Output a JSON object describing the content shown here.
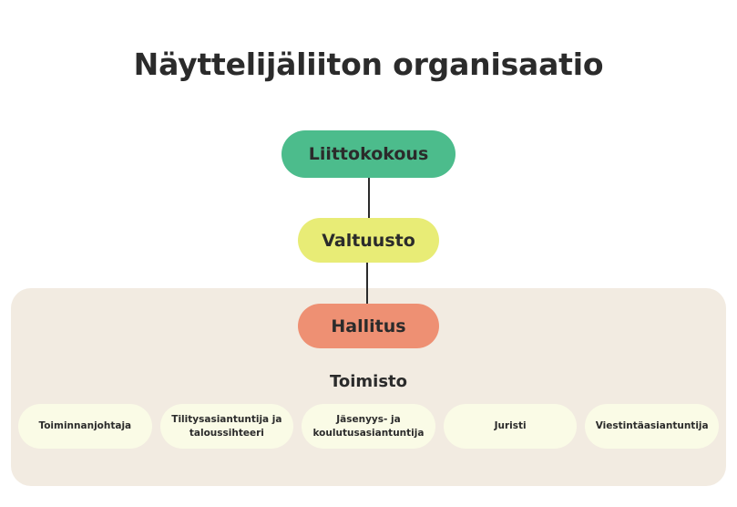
{
  "page": {
    "title": "Näyttelijäliiton organisaatio",
    "background_color": "#ffffff",
    "text_color": "#2b2b2b"
  },
  "colors": {
    "green": "#4cbc8c",
    "yellow": "#e8ec76",
    "salmon": "#ee9073",
    "panel_beige": "#f2ebe1",
    "staff_cream": "#fafbe6",
    "connector": "#2b2b2b"
  },
  "chart_data": {
    "type": "diagram",
    "title": "Näyttelijäliiton organisaatio",
    "nodes": [
      {
        "id": "liittokokous",
        "label": "Liittokokous",
        "color": "#4cbc8c",
        "level": 1
      },
      {
        "id": "valtuusto",
        "label": "Valtuusto",
        "color": "#e8ec76",
        "level": 2
      },
      {
        "id": "hallitus",
        "label": "Hallitus",
        "color": "#ee9073",
        "level": 3
      }
    ],
    "edges": [
      {
        "from": "liittokokous",
        "to": "valtuusto"
      },
      {
        "from": "valtuusto",
        "to": "hallitus"
      }
    ],
    "group": {
      "id": "toimisto",
      "label": "Toimisto",
      "color": "#f2ebe1",
      "members": [
        "Toiminnanjohtaja",
        "Tilitysasiantuntija ja\ntaloussihteeri",
        "Jäsenyys- ja\nkoulutusasiantuntija",
        "Juristi",
        "Viestintäasiantuntija"
      ]
    }
  },
  "hierarchy": {
    "liittokokous": {
      "label": "Liittokokous"
    },
    "valtuusto": {
      "label": "Valtuusto"
    },
    "hallitus": {
      "label": "Hallitus"
    }
  },
  "office": {
    "heading": "Toimisto",
    "staff": [
      {
        "label": "Toiminnanjohtaja"
      },
      {
        "label": "Tilitysasiantuntija ja\ntaloussihteeri"
      },
      {
        "label": "Jäsenyys- ja\nkoulutusasiantuntija"
      },
      {
        "label": "Juristi"
      },
      {
        "label": "Viestintäasiantuntija"
      }
    ]
  }
}
